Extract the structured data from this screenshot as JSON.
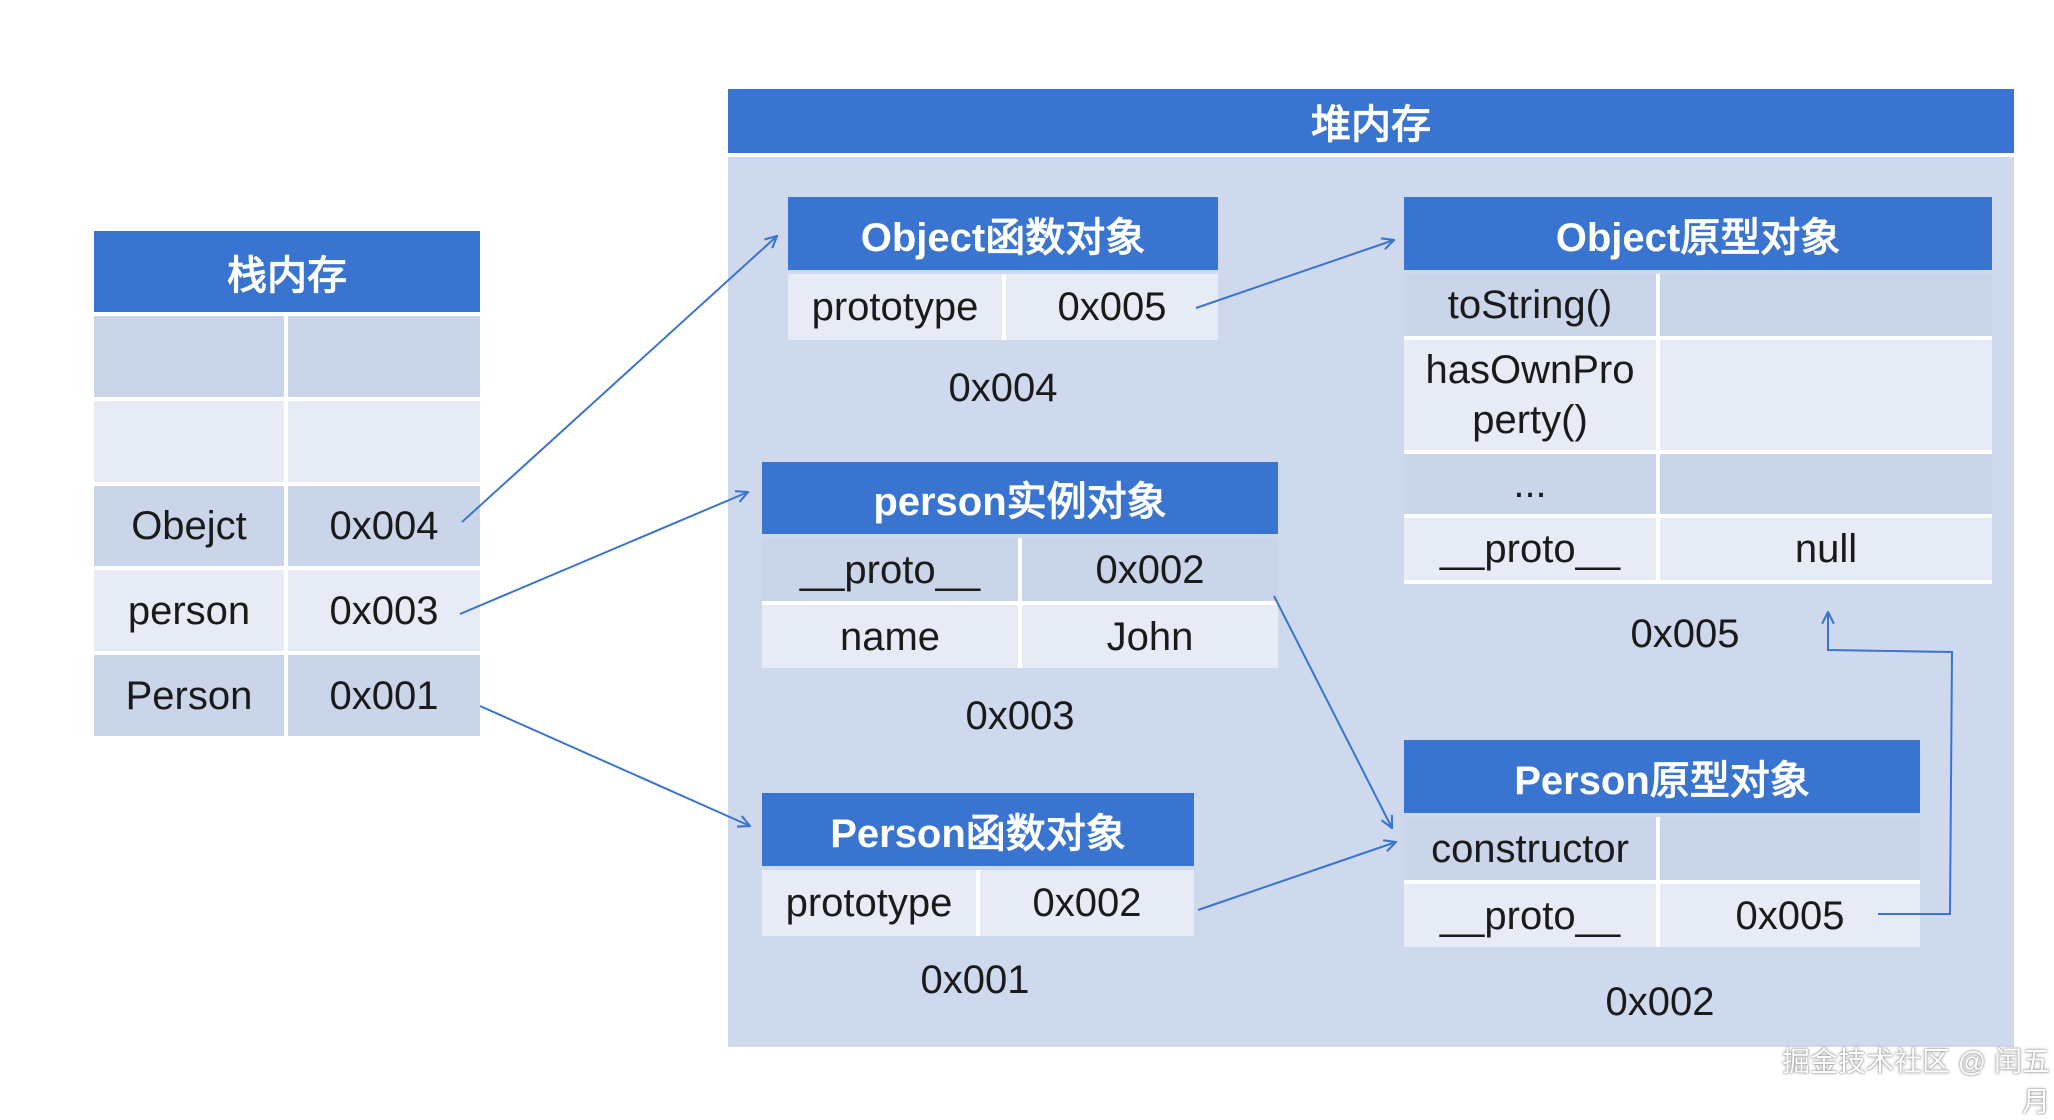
{
  "stack": {
    "title": "栈内存",
    "rows": [
      {
        "name": "",
        "value": ""
      },
      {
        "name": "",
        "value": ""
      },
      {
        "name": "Obejct",
        "value": "0x004"
      },
      {
        "name": "person",
        "value": "0x003"
      },
      {
        "name": "Person",
        "value": "0x001"
      }
    ]
  },
  "heap": {
    "title": "堆内存",
    "object_function": {
      "title": "Object函数对象",
      "key": "prototype",
      "value": "0x005",
      "address": "0x004"
    },
    "object_prototype": {
      "title": "Object原型对象",
      "rows": [
        {
          "key": "toString()",
          "value": ""
        },
        {
          "key": "hasOwnPro\nperty()",
          "value": ""
        },
        {
          "key": "...",
          "value": ""
        },
        {
          "key": "__proto__",
          "value": "null"
        }
      ],
      "address": "0x005"
    },
    "person_instance": {
      "title": "person实例对象",
      "rows": [
        {
          "key": "__proto__",
          "value": "0x002"
        },
        {
          "key": "name",
          "value": "John"
        }
      ],
      "address": "0x003"
    },
    "person_function": {
      "title": "Person函数对象",
      "key": "prototype",
      "value": "0x002",
      "address": "0x001"
    },
    "person_prototype": {
      "title": "Person原型对象",
      "rows": [
        {
          "key": "constructor",
          "value": ""
        },
        {
          "key": "__proto__",
          "value": "0x005"
        }
      ],
      "address": "0x002"
    }
  },
  "watermark": "掘金技术社区 @ 闰五月",
  "colors": {
    "header": "#3a74d1",
    "heap_bg": "#cfd9ee",
    "row_dark": "#cbd5ea",
    "row_light": "#e7ebf5",
    "arrow": "#3a74d1"
  }
}
